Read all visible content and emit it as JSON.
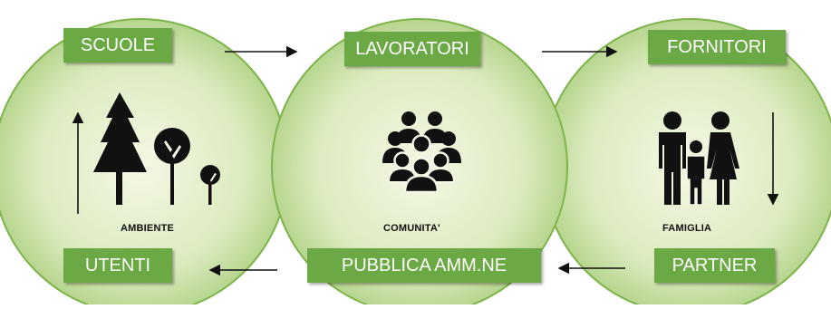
{
  "colors": {
    "circle_center": "#f4f8e6",
    "circle_edge": "#b7d58f",
    "circle_stroke": "#7db54a",
    "label_bg": "#6aa943",
    "icon": "#111111"
  },
  "labels": {
    "top_left": "SCUOLE",
    "top_center": "LAVORATORI",
    "top_right": "FORNITORI",
    "bottom_left": "UTENTI",
    "bottom_center": "PUBBLICA AMM.NE",
    "bottom_right": "PARTNER"
  },
  "captions": {
    "left": "AMBIENTE",
    "center": "COMUNITA'",
    "right": "FAMIGLIA"
  },
  "icons": {
    "left": "trees-icon",
    "center": "people-group-icon",
    "right": "family-icon"
  }
}
